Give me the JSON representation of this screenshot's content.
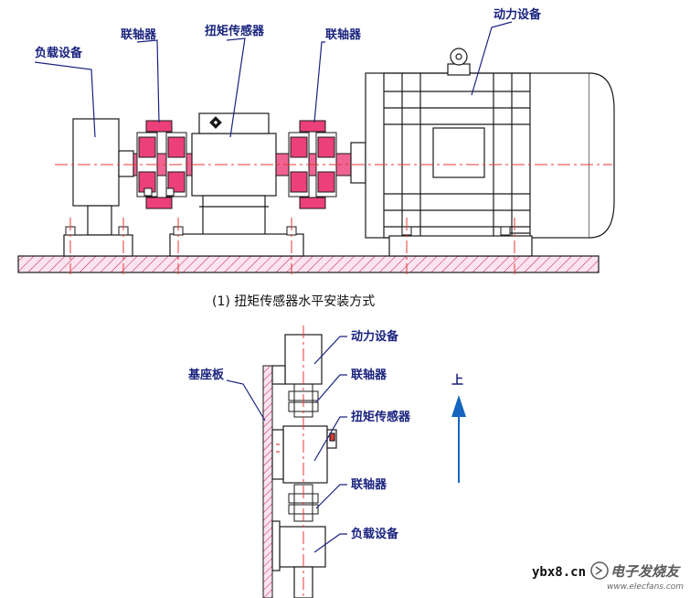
{
  "horizontal": {
    "labels": {
      "load": "负载设备",
      "coupling_left": "联轴器",
      "torque_sensor": "扭矩传感器",
      "coupling_right": "联轴器",
      "power": "动力设备"
    },
    "caption": "(1)  扭矩传感器水平安装方式"
  },
  "vertical": {
    "labels": {
      "power": "动力设备",
      "base_plate": "基座板",
      "coupling_top": "联轴器",
      "torque_sensor": "扭矩传感器",
      "coupling_bottom": "联轴器",
      "load": "负载设备"
    },
    "direction": "上"
  },
  "watermark": {
    "site": "ybx8.cn",
    "brand": "电子发烧友",
    "url": "www.elecfans.com"
  },
  "colors": {
    "line": "#1a1a1a",
    "label": "#1a237e",
    "hatch": "#c2185b",
    "pink": "#f06292",
    "center": "#e53935",
    "arrow": "#1565c0"
  }
}
